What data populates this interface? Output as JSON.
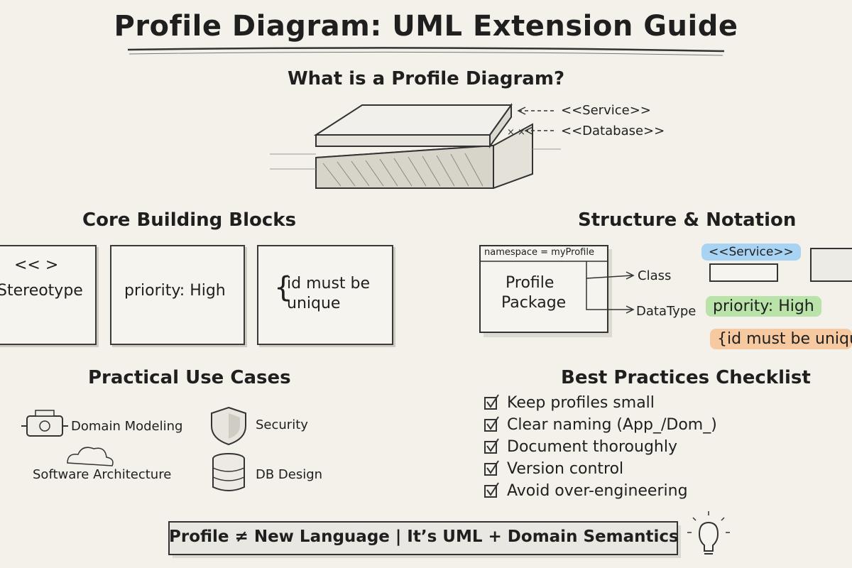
{
  "title": "Profile Diagram: UML Extension Guide",
  "intro": {
    "heading": "What is a Profile Diagram?",
    "service_label": "<<Service>>",
    "database_label": "<<Database>>"
  },
  "core": {
    "heading": "Core Building Blocks",
    "cards": [
      {
        "glyph": "<< >",
        "label": "Stereotype",
        "icon": "tag-icon"
      },
      {
        "label": "priority: High",
        "icon": "clipboard-icon"
      },
      {
        "label_line1": "id must be",
        "label_line2": "unique",
        "icon": "shield-check-icon"
      }
    ]
  },
  "structure": {
    "heading": "Structure & Notation",
    "namespace": "namespace = myProfile",
    "package_line1": "Profile",
    "package_line2": "Package",
    "class_label": "Class",
    "datatype_label": "DataType",
    "service_tag": "<<Service>>",
    "priority_tag": "priority: High",
    "constraint_tag": "{id must be unique",
    "colors": {
      "blue": "#a9d3f2",
      "green": "#b9e3a8",
      "orange": "#f6c9a0"
    }
  },
  "use_cases": {
    "heading": "Practical Use Cases",
    "items": [
      {
        "label": "Domain Modeling",
        "icon": "engine-icon"
      },
      {
        "label": "Security",
        "icon": "shield-icon"
      },
      {
        "label": "Software Architecture",
        "icon": "cloud-icon"
      },
      {
        "label": "DB Design",
        "icon": "database-icon"
      }
    ]
  },
  "checklist": {
    "heading": "Best Practices Checklist",
    "items": [
      "Keep profiles small",
      "Clear naming (App_/Dom_)",
      "Document thoroughly",
      "Version control",
      "Avoid over-engineering"
    ]
  },
  "footer": {
    "text": "Profile ≠ New Language | It’s UML + Domain Semantics",
    "icon": "lightbulb-icon"
  }
}
